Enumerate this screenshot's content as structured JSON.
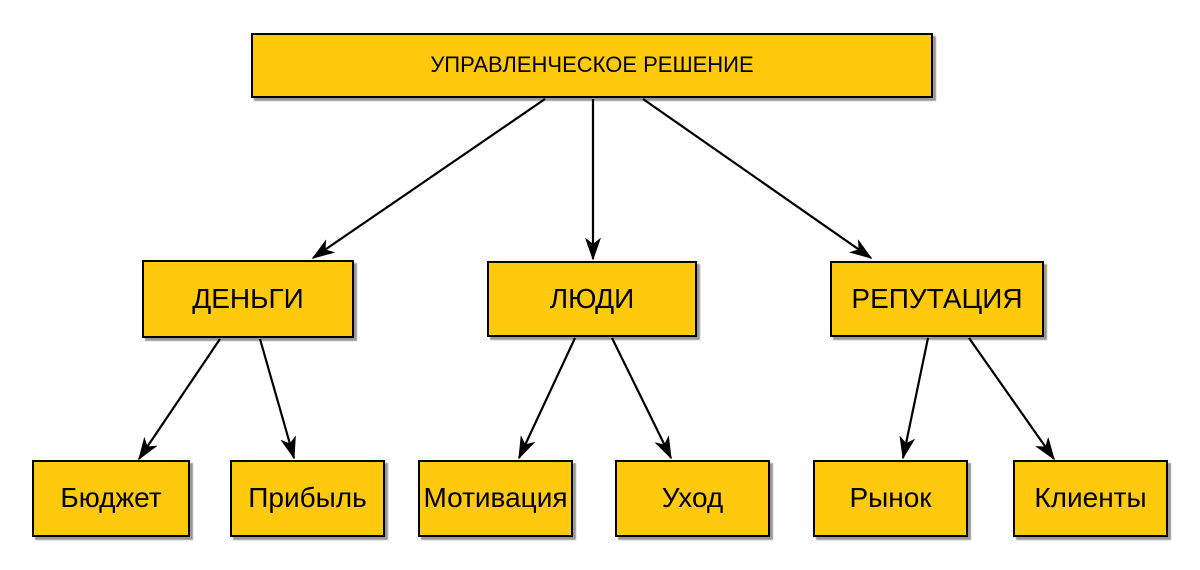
{
  "diagram": {
    "root": {
      "id": "management-decision",
      "label": "УПРАВЛЕНЧЕСКОЕ РЕШЕНИЕ"
    },
    "level2": [
      {
        "id": "money",
        "label": "ДЕНЬГИ"
      },
      {
        "id": "people",
        "label": "ЛЮДИ"
      },
      {
        "id": "reputation",
        "label": "РЕПУТАЦИЯ"
      }
    ],
    "level3": [
      {
        "id": "budget",
        "label": "Бюджет"
      },
      {
        "id": "profit",
        "label": "Прибыль"
      },
      {
        "id": "motivation",
        "label": "Мотивация"
      },
      {
        "id": "departure",
        "label": "Уход"
      },
      {
        "id": "market",
        "label": "Рынок"
      },
      {
        "id": "clients",
        "label": "Клиенты"
      }
    ],
    "edges": [
      {
        "from": "management-decision",
        "to": "money"
      },
      {
        "from": "management-decision",
        "to": "people"
      },
      {
        "from": "management-decision",
        "to": "reputation"
      },
      {
        "from": "money",
        "to": "budget"
      },
      {
        "from": "money",
        "to": "profit"
      },
      {
        "from": "people",
        "to": "motivation"
      },
      {
        "from": "people",
        "to": "departure"
      },
      {
        "from": "reputation",
        "to": "market"
      },
      {
        "from": "reputation",
        "to": "clients"
      }
    ]
  },
  "colors": {
    "node_fill": "#FFC90E",
    "node_border": "#000000",
    "arrow": "#000000",
    "background": "#FFFFFF"
  }
}
